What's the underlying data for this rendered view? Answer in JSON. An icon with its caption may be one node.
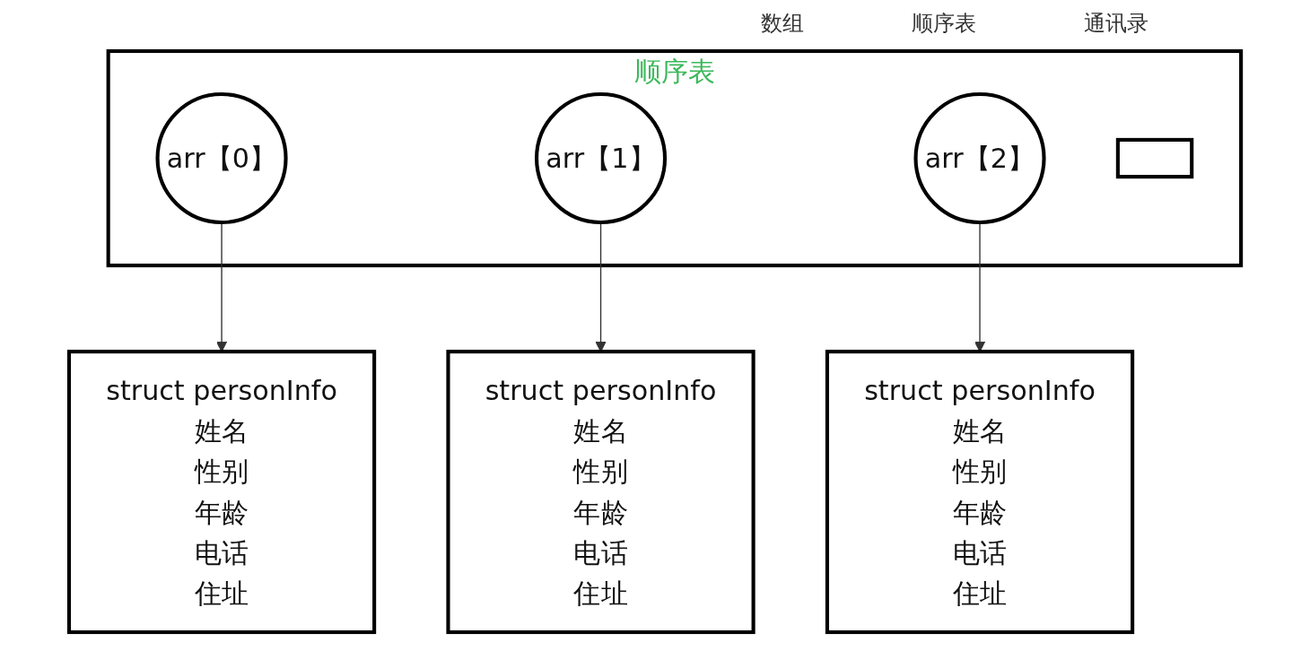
{
  "diagram": {
    "nodes": [
      {
        "text": [
          "顺序表"
        ]
      },
      {
        "text": [
          "arr【0】"
        ],
        "in": 0
      },
      {
        "text": [
          "arr【1】"
        ],
        "in": 0
      },
      {
        "text": [
          "arr【2】"
        ],
        "in": 0
      },
      {
        "text": [],
        "shape": "box",
        "in": 0
      },
      {
        "text": [
          "struct  personInfo",
          "姓名",
          "性别",
          "年龄",
          "电话",
          "住址"
        ]
      },
      {
        "text": [
          "struct  personInfo",
          "姓名",
          "性别",
          "年龄",
          "电话",
          "住址"
        ]
      },
      {
        "text": [
          "struct  personInfo",
          "姓名",
          "性别",
          "年龄",
          "电话",
          "住址"
        ]
      }
    ],
    "edges": [
      {
        "from": 1,
        "to": 5,
        "arrow": "to"
      },
      {
        "from": 2,
        "to": 6,
        "arrow": "to"
      },
      {
        "from": 3,
        "to": 7,
        "arrow": "to"
      }
    ],
    "labels": [
      "数组",
      "顺序表",
      "通讯录"
    ]
  }
}
